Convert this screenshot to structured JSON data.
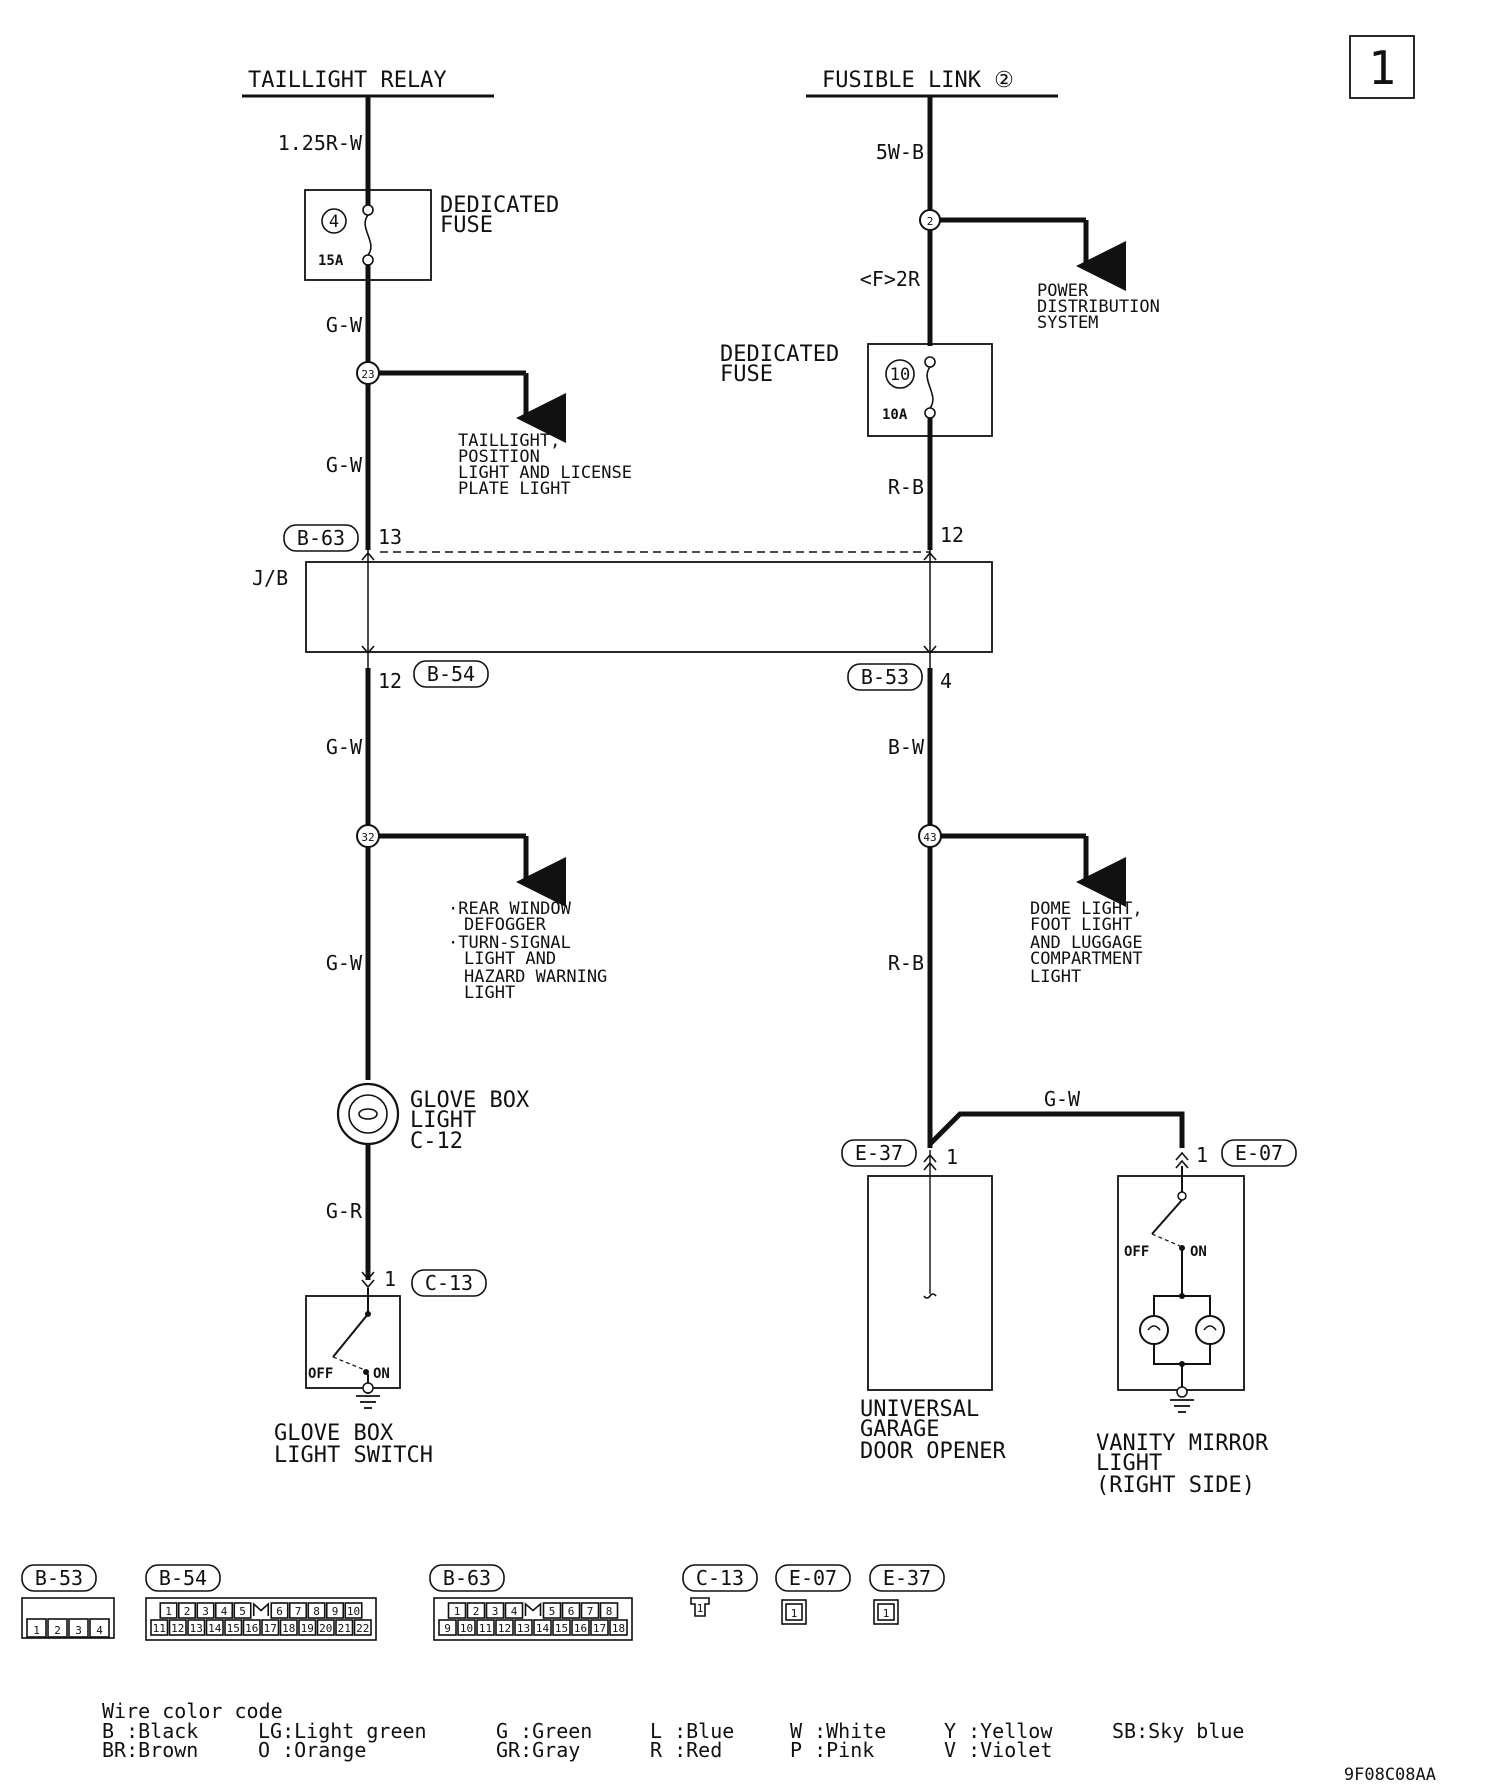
{
  "page_number": "1",
  "doc_code": "9F08C08AA",
  "sources": {
    "left": "TAILLIGHT RELAY",
    "right": "FUSIBLE LINK ②"
  },
  "wires": {
    "l_top": "1.25R-W",
    "l_gw1": "G-W",
    "l_gw2": "G-W",
    "l_gw3": "G-W",
    "l_gw4": "G-W",
    "l_gr": "G-R",
    "r_top": "5W-B",
    "r_f2r": "<F>2R",
    "r_rb1": "R-B",
    "r_bw": "B-W",
    "r_rb2": "R-B",
    "r_gw": "G-W"
  },
  "fuses": {
    "left": {
      "label_1": "DEDICATED",
      "label_2": "FUSE",
      "num": "4",
      "amp": "15A"
    },
    "right": {
      "label_1": "DEDICATED",
      "label_2": "FUSE",
      "num": "10",
      "amp": "10A"
    }
  },
  "junctions": {
    "j2": "2",
    "j23": "23",
    "j32": "32",
    "j43": "43"
  },
  "branches": {
    "power_dist": [
      "POWER",
      "DISTRIBUTION",
      "SYSTEM"
    ],
    "taillight": [
      "TAILLIGHT,",
      "POSITION",
      "LIGHT AND LICENSE",
      "PLATE LIGHT"
    ],
    "defogger": [
      "·REAR WINDOW",
      "DEFOGGER",
      "·TURN-SIGNAL",
      "LIGHT AND",
      "HAZARD WARNING",
      "LIGHT"
    ],
    "dome": [
      "DOME LIGHT,",
      "FOOT LIGHT",
      "AND LUGGAGE",
      "COMPARTMENT",
      "LIGHT"
    ]
  },
  "jb": {
    "label": "J/B",
    "b63": "B-63",
    "b63_pin": "13",
    "right_top_pin": "12",
    "b54": "B-54",
    "b54_pin": "12",
    "b53": "B-53",
    "b53_pin": "4"
  },
  "components": {
    "glove_light": [
      "GLOVE BOX",
      "LIGHT",
      "C-12"
    ],
    "glove_switch": [
      "GLOVE BOX",
      "LIGHT SWITCH"
    ],
    "c13": "C-13",
    "c13_pin": "1",
    "switch_off": "OFF",
    "switch_on": "ON",
    "garage": [
      "UNIVERSAL",
      "GARAGE",
      "DOOR OPENER"
    ],
    "e37": "E-37",
    "e37_pin": "1",
    "vanity": [
      "VANITY MIRROR",
      "LIGHT",
      "(RIGHT SIDE)"
    ],
    "e07": "E-07",
    "e07_pin": "1"
  },
  "connectors": {
    "b53": {
      "label": "B-53",
      "rows": [
        [
          "1",
          "2",
          "3",
          "4"
        ]
      ]
    },
    "b54": {
      "label": "B-54",
      "rows": [
        [
          "1",
          "2",
          "3",
          "4",
          "5",
          "",
          "6",
          "7",
          "8",
          "9",
          "10"
        ],
        [
          "11",
          "12",
          "13",
          "14",
          "15",
          "16",
          "17",
          "18",
          "19",
          "20",
          "21",
          "22"
        ]
      ]
    },
    "b63": {
      "label": "B-63",
      "rows": [
        [
          "1",
          "2",
          "3",
          "4",
          "",
          "5",
          "6",
          "7",
          "8"
        ],
        [
          "9",
          "10",
          "11",
          "12",
          "13",
          "14",
          "15",
          "16",
          "17",
          "18"
        ]
      ]
    },
    "c13": {
      "label": "C-13",
      "pin": "1"
    },
    "e07": {
      "label": "E-07",
      "pin": "1"
    },
    "e37": {
      "label": "E-37",
      "pin": "1"
    }
  },
  "legend": {
    "title": "Wire color code",
    "col1": [
      "B :Black",
      "BR:Brown"
    ],
    "col2": [
      "LG:Light green",
      "O :Orange"
    ],
    "col3": [
      "G :Green",
      "GR:Gray"
    ],
    "col4": [
      "L :Blue",
      "R :Red"
    ],
    "col5": [
      "W :White",
      "P :Pink"
    ],
    "col6": [
      "Y :Yellow",
      "V :Violet"
    ],
    "col7": [
      "SB:Sky blue",
      ""
    ]
  }
}
